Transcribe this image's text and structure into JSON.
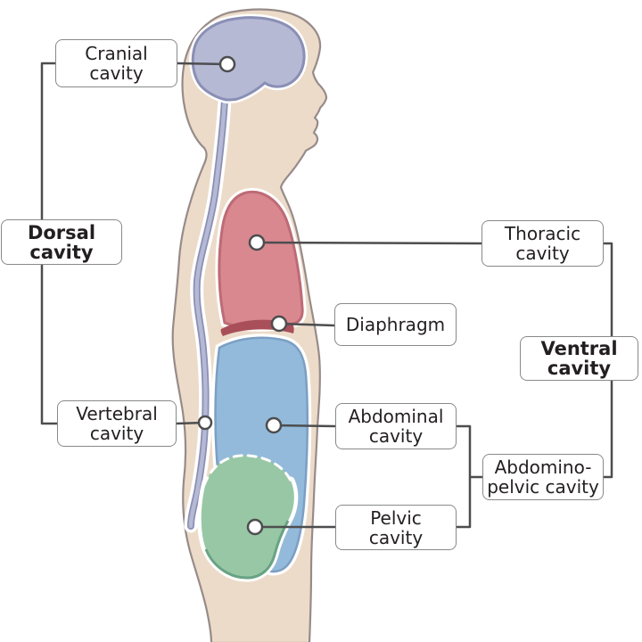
{
  "diagram": {
    "subject": "Human body cavities, sagittal view",
    "labels": {
      "cranial": {
        "line1": "Cranial",
        "line2": "cavity"
      },
      "dorsal": {
        "line1": "Dorsal",
        "line2": "cavity"
      },
      "vertebral": {
        "line1": "Vertebral",
        "line2": "cavity"
      },
      "thoracic": {
        "line1": "Thoracic",
        "line2": "cavity"
      },
      "diaphragm": {
        "line1": "Diaphragm"
      },
      "ventral": {
        "line1": "Ventral",
        "line2": "cavity"
      },
      "abdominal": {
        "line1": "Abdominal",
        "line2": "cavity"
      },
      "abdominopelvic": {
        "line1": "Abdomino-",
        "line2": "pelvic cavity"
      },
      "pelvic": {
        "line1": "Pelvic",
        "line2": "cavity"
      }
    },
    "colors": {
      "skin": "#ecdbc9",
      "body_outline": "#978b89",
      "cranial_fill": "#b5b9d4",
      "cranial_border": "#8a8fb5",
      "thoracic_fill": "#d9888f",
      "thoracic_border": "#bd6b75",
      "diaphragm_fill": "#a84f59",
      "abdominal_fill": "#93bada",
      "abdominal_border": "#7b9fc4",
      "pelvic_fill": "#98c7a5",
      "pelvic_border": "#68a384",
      "connector": "#4d4d4f"
    }
  }
}
